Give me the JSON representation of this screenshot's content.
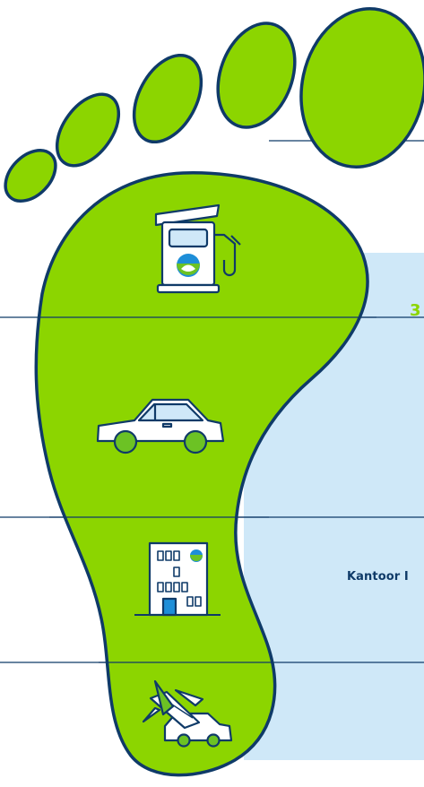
{
  "rows": [
    {
      "id": "fuel",
      "icon": "fuel-pump-icon",
      "label": ""
    },
    {
      "id": "car",
      "icon": "car-icon",
      "label": ""
    },
    {
      "id": "office",
      "icon": "office-building-icon",
      "label": "Kantoor I"
    },
    {
      "id": "travel",
      "icon": "airplane-and-car-icon",
      "label": ""
    }
  ],
  "edge_fragment": "3",
  "colors": {
    "foot_fill": "#8cd500",
    "foot_outline": "#0f3a68",
    "panel": "#cfe8f8",
    "divider": "#0f3a68",
    "label": "#0f3a68",
    "icon_blue": "#1e8ed8",
    "icon_green": "#6cc224"
  }
}
